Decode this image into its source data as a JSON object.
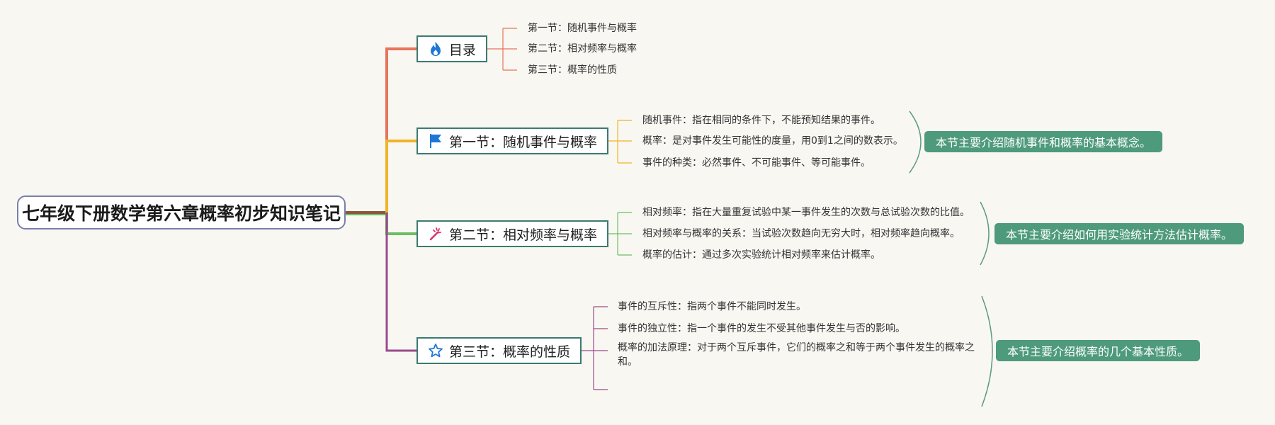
{
  "root": {
    "title": "七年级下册数学第六章概率初步知识笔记"
  },
  "topics": [
    {
      "label": "目录",
      "icon": "fire-icon",
      "color": "#e8735e",
      "items": [
        "第一节：随机事件与概率",
        "第二节：相对频率与概率",
        "第三节：概率的性质"
      ]
    },
    {
      "label": "第一节：随机事件与概率",
      "icon": "flag-icon",
      "color": "#f0b429",
      "items": [
        "随机事件：指在相同的条件下，不能预知结果的事件。",
        "概率：是对事件发生可能性的度量，用0到1之间的数表示。",
        "事件的种类：必然事件、不可能事件、等可能事件。"
      ],
      "summary": "本节主要介绍随机事件和概率的基本概念。"
    },
    {
      "label": "第二节：相对频率与概率",
      "icon": "magic-wand-icon",
      "color": "#6cbf62",
      "items": [
        "相对频率：指在大量重复试验中某一事件发生的次数与总试验次数的比值。",
        "相对频率与概率的关系：当试验次数趋向无穷大时，相对频率趋向概率。",
        "概率的估计：通过多次实验统计相对频率来估计概率。"
      ],
      "summary": "本节主要介绍如何用实验统计方法估计概率。"
    },
    {
      "label": "第三节：概率的性质",
      "icon": "star-icon",
      "color": "#9a4a8c",
      "items": [
        "事件的互斥性：指两个事件不能同时发生。",
        "事件的独立性：指一个事件的发生不受其他事件发生与否的影响。",
        "概率的加法原理：对于两个互斥事件，它们的概率之和等于两个事件发生的概率之和。",
        ""
      ],
      "summary": "本节主要介绍概率的几个基本性质。"
    }
  ]
}
